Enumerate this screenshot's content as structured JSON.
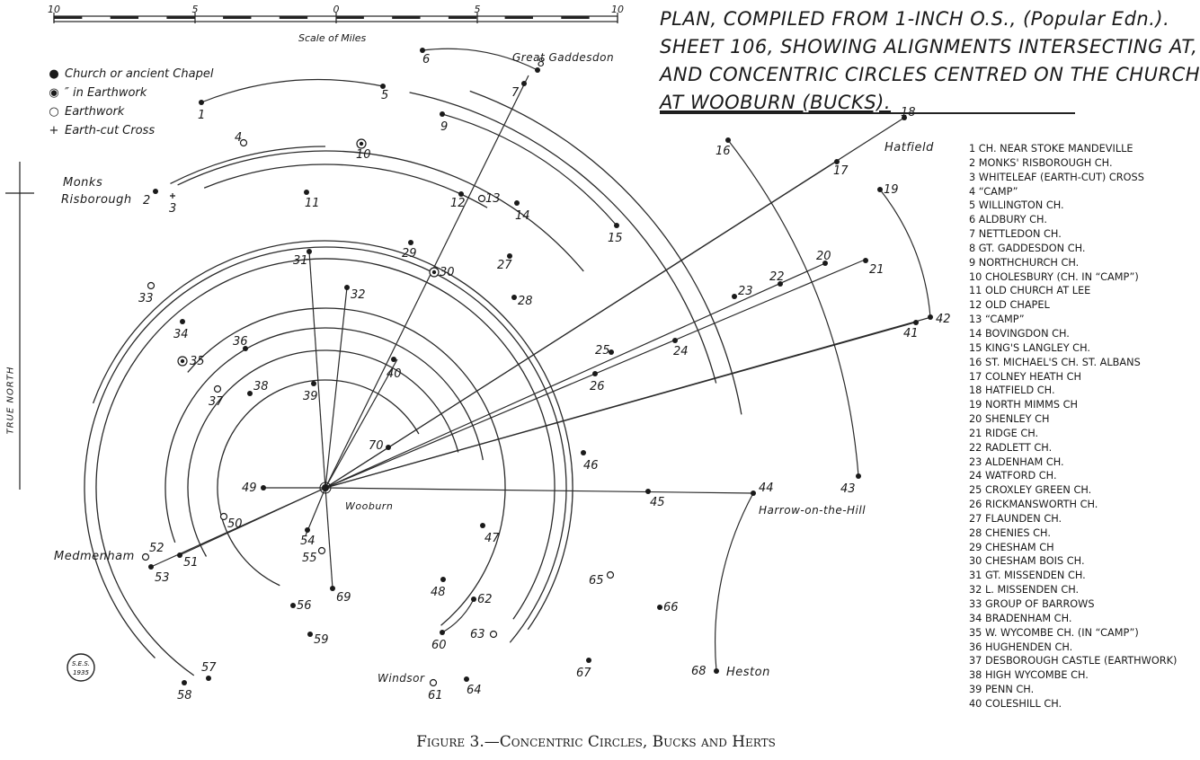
{
  "title_lines": [
    "PLAN, COMPILED FROM 1-INCH O.S., (Popular Edn.).",
    "SHEET 106, SHOWING ALIGNMENTS INTERSECTING AT,",
    "AND CONCENTRIC CIRCLES CENTRED ON THE CHURCH",
    "AT WOOBURN (BUCKS)."
  ],
  "scale": {
    "ticks": [
      "10",
      "5",
      "0",
      "5",
      "10"
    ],
    "label": "Scale of Miles"
  },
  "legend": [
    {
      "symbol": "church-icon",
      "label": "Church or ancient Chapel"
    },
    {
      "symbol": "church-in-earthwork-icon",
      "label": "″ in Earthwork"
    },
    {
      "symbol": "earthwork-icon",
      "label": "Earthwork"
    },
    {
      "symbol": "cross-icon",
      "label": "Earth-cut Cross"
    }
  ],
  "true_north_label": "TRUE NORTH",
  "place_labels": {
    "great_gaddesdon": "Great Gaddesdon",
    "monks": "Monks",
    "risborough": "Risborough",
    "hatfield": "Hatfield",
    "wooburn": "Wooburn",
    "harrow": "Harrow-on-the-Hill",
    "medmenham": "Medmenham",
    "windsor": "Windsor",
    "heston": "Heston"
  },
  "stamp_text": "S.E.S. 1935",
  "key": [
    "1 CH. NEAR STOKE MANDEVILLE",
    "2 MONKS' RISBOROUGH CH.",
    "3 WHITELEAF (EARTH-CUT) CROSS",
    "4 “CAMP”",
    "5 WILLINGTON CH.",
    "6 ALDBURY CH.",
    "7 NETTLEDON CH.",
    "8 GT. GADDESDON CH.",
    "9 NORTHCHURCH CH.",
    "10 CHOLESBURY (CH. IN “CAMP”)",
    "11 OLD CHURCH AT LEE",
    "12 OLD CHAPEL",
    "13 “CAMP”",
    "14 BOVINGDON CH.",
    "15 KING'S LANGLEY CH.",
    "16 ST. MICHAEL'S CH. ST. ALBANS",
    "17 COLNEY HEATH CH",
    "18 HATFIELD CH.",
    "19 NORTH MIMMS CH",
    "20 SHENLEY CH",
    "21 RIDGE CH.",
    "22 RADLETT CH.",
    "23 ALDENHAM CH.",
    "24 WATFORD CH.",
    "25 CROXLEY GREEN CH.",
    "26 RICKMANSWORTH CH.",
    "27 FLAUNDEN CH.",
    "28 CHENIES CH.",
    "29 CHESHAM CH",
    "30 CHESHAM BOIS CH.",
    "31 GT. MISSENDEN CH.",
    "32 L. MISSENDEN CH.",
    "33 GROUP OF BARROWS",
    "34 BRADENHAM CH.",
    "35 W. WYCOMBE CH. (IN “CAMP”)",
    "36 HUGHENDEN CH.",
    "37 DESBOROUGH CASTLE (EARTHWORK)",
    "38 HIGH WYCOMBE CH.",
    "39 PENN CH.",
    "40 COLESHILL CH."
  ],
  "caption": "Figure 3.—Concentric Circles, Bucks and Herts",
  "sites": [
    {
      "n": "1",
      "type": "church"
    },
    {
      "n": "2",
      "type": "church"
    },
    {
      "n": "3",
      "type": "cross"
    },
    {
      "n": "4",
      "type": "earthwork"
    },
    {
      "n": "5",
      "type": "church"
    },
    {
      "n": "6",
      "type": "church"
    },
    {
      "n": "7",
      "type": "church"
    },
    {
      "n": "8",
      "type": "church"
    },
    {
      "n": "9",
      "type": "church"
    },
    {
      "n": "10",
      "type": "church-in-earthwork"
    },
    {
      "n": "11",
      "type": "church"
    },
    {
      "n": "12",
      "type": "church"
    },
    {
      "n": "13",
      "type": "earthwork"
    },
    {
      "n": "14",
      "type": "church"
    },
    {
      "n": "15",
      "type": "church"
    },
    {
      "n": "16",
      "type": "church"
    },
    {
      "n": "17",
      "type": "church"
    },
    {
      "n": "18",
      "type": "church"
    },
    {
      "n": "19",
      "type": "church"
    },
    {
      "n": "20",
      "type": "church"
    },
    {
      "n": "21",
      "type": "church"
    },
    {
      "n": "22",
      "type": "church"
    },
    {
      "n": "23",
      "type": "church"
    },
    {
      "n": "24",
      "type": "church"
    },
    {
      "n": "25",
      "type": "church"
    },
    {
      "n": "26",
      "type": "church"
    },
    {
      "n": "27",
      "type": "church"
    },
    {
      "n": "28",
      "type": "church"
    },
    {
      "n": "29",
      "type": "church"
    },
    {
      "n": "30",
      "type": "church-in-earthwork"
    },
    {
      "n": "31",
      "type": "church"
    },
    {
      "n": "32",
      "type": "church"
    },
    {
      "n": "33",
      "type": "earthwork"
    },
    {
      "n": "34",
      "type": "church"
    },
    {
      "n": "35",
      "type": "church-in-earthwork"
    },
    {
      "n": "36",
      "type": "church"
    },
    {
      "n": "37",
      "type": "earthwork"
    },
    {
      "n": "38",
      "type": "church"
    },
    {
      "n": "39",
      "type": "church"
    },
    {
      "n": "40",
      "type": "church"
    },
    {
      "n": "41",
      "type": "church"
    },
    {
      "n": "42",
      "type": "church"
    },
    {
      "n": "43",
      "type": "church"
    },
    {
      "n": "44",
      "type": "church"
    },
    {
      "n": "45",
      "type": "church"
    },
    {
      "n": "46",
      "type": "church"
    },
    {
      "n": "47",
      "type": "church"
    },
    {
      "n": "48",
      "type": "church"
    },
    {
      "n": "49",
      "type": "church"
    },
    {
      "n": "50",
      "type": "earthwork"
    },
    {
      "n": "51",
      "type": "church"
    },
    {
      "n": "52",
      "type": "earthwork"
    },
    {
      "n": "53",
      "type": "church"
    },
    {
      "n": "54",
      "type": "church"
    },
    {
      "n": "55",
      "type": "earthwork"
    },
    {
      "n": "56",
      "type": "church"
    },
    {
      "n": "57",
      "type": "church"
    },
    {
      "n": "58",
      "type": "church"
    },
    {
      "n": "59",
      "type": "church"
    },
    {
      "n": "60",
      "type": "church"
    },
    {
      "n": "61",
      "type": "earthwork"
    },
    {
      "n": "62",
      "type": "church"
    },
    {
      "n": "63",
      "type": "earthwork"
    },
    {
      "n": "64",
      "type": "church"
    },
    {
      "n": "65",
      "type": "earthwork"
    },
    {
      "n": "66",
      "type": "church"
    },
    {
      "n": "67",
      "type": "church"
    },
    {
      "n": "68",
      "type": "church"
    },
    {
      "n": "69",
      "type": "church"
    },
    {
      "n": "70",
      "type": "church"
    }
  ]
}
